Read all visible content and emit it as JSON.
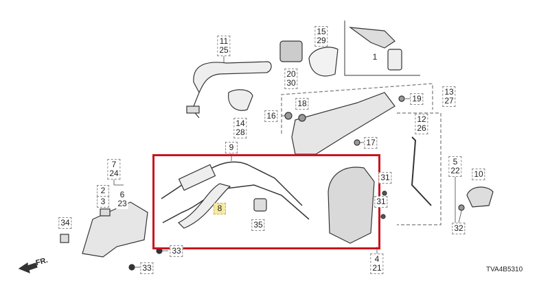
{
  "diagram": {
    "drawing_code": "TVA4B5310",
    "front_indicator": "FR.",
    "highlight_color": "#c8141e",
    "selected_part": "8",
    "callouts": {
      "c11_25": [
        "11",
        "25"
      ],
      "c15_29": [
        "15",
        "29"
      ],
      "c1": "1",
      "c20_30": [
        "20",
        "30"
      ],
      "c14_28": [
        "14",
        "28"
      ],
      "c13_27": [
        "13",
        "27"
      ],
      "c19": "19",
      "c18": "18",
      "c16": "16",
      "c12_26": [
        "12",
        "26"
      ],
      "c17": "17",
      "c9": "9",
      "c7_24": [
        "7",
        "24"
      ],
      "c2": "2",
      "c3": "3",
      "c6_23": [
        "6",
        "23"
      ],
      "c5_22": [
        "5",
        "22"
      ],
      "c10": "10",
      "c31a": "31",
      "c31b": "31",
      "c8": "8",
      "c35": "35",
      "c34": "34",
      "c33a": "33",
      "c33b": "33",
      "c32": "32",
      "c4_21": [
        "4",
        "21"
      ]
    }
  }
}
